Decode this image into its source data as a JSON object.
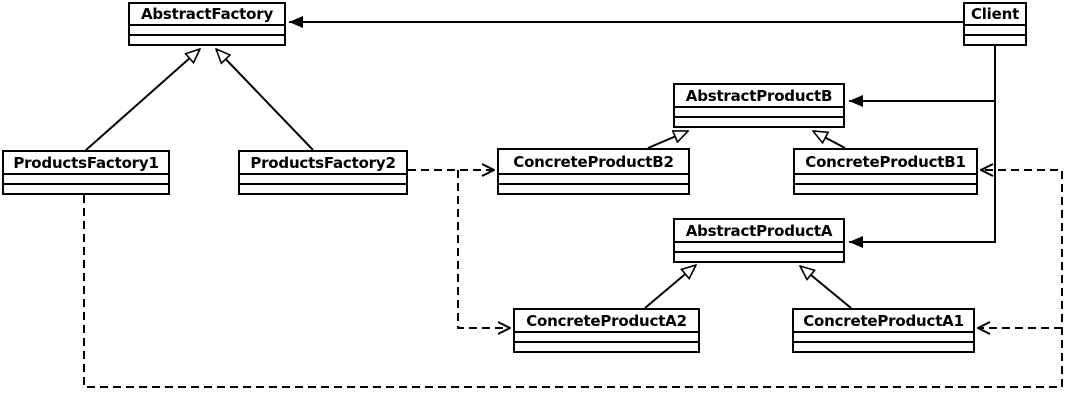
{
  "diagram": {
    "kind": "uml-class-diagram",
    "pattern": "Abstract Factory",
    "background_color": "#ffffff",
    "line_color": "#000000",
    "box_fill_color": "#ffffff",
    "text_color": "#000000",
    "classes": [
      {
        "name": "AbstractFactory"
      },
      {
        "name": "Client"
      },
      {
        "name": "AbstractProductB"
      },
      {
        "name": "ProductsFactory1"
      },
      {
        "name": "ProductsFactory2"
      },
      {
        "name": "ConcreteProductB2"
      },
      {
        "name": "ConcreteProductB1"
      },
      {
        "name": "AbstractProductA"
      },
      {
        "name": "ConcreteProductA2"
      },
      {
        "name": "ConcreteProductA1"
      }
    ],
    "relationships": [
      {
        "from": "Client",
        "to": "AbstractFactory",
        "type": "association",
        "arrowhead": "filled",
        "line": "solid"
      },
      {
        "from": "Client",
        "to": "AbstractProductB",
        "type": "association",
        "arrowhead": "filled",
        "line": "solid"
      },
      {
        "from": "Client",
        "to": "AbstractProductA",
        "type": "association",
        "arrowhead": "filled",
        "line": "solid"
      },
      {
        "from": "ProductsFactory1",
        "to": "AbstractFactory",
        "type": "generalization",
        "arrowhead": "hollow-triangle",
        "line": "solid"
      },
      {
        "from": "ProductsFactory2",
        "to": "AbstractFactory",
        "type": "generalization",
        "arrowhead": "hollow-triangle",
        "line": "solid"
      },
      {
        "from": "ConcreteProductB2",
        "to": "AbstractProductB",
        "type": "generalization",
        "arrowhead": "hollow-triangle",
        "line": "solid"
      },
      {
        "from": "ConcreteProductB1",
        "to": "AbstractProductB",
        "type": "generalization",
        "arrowhead": "hollow-triangle",
        "line": "solid"
      },
      {
        "from": "ConcreteProductA2",
        "to": "AbstractProductA",
        "type": "generalization",
        "arrowhead": "hollow-triangle",
        "line": "solid"
      },
      {
        "from": "ConcreteProductA1",
        "to": "AbstractProductA",
        "type": "generalization",
        "arrowhead": "hollow-triangle",
        "line": "solid"
      },
      {
        "from": "ProductsFactory2",
        "to": "ConcreteProductB2",
        "type": "dependency",
        "arrowhead": "open",
        "line": "dashed"
      },
      {
        "from": "ProductsFactory2",
        "to": "ConcreteProductA2",
        "type": "dependency",
        "arrowhead": "open",
        "line": "dashed"
      },
      {
        "from": "ProductsFactory1",
        "to": "ConcreteProductB1",
        "type": "dependency",
        "arrowhead": "open",
        "line": "dashed"
      },
      {
        "from": "ProductsFactory1",
        "to": "ConcreteProductA1",
        "type": "dependency",
        "arrowhead": "open",
        "line": "dashed"
      }
    ]
  }
}
